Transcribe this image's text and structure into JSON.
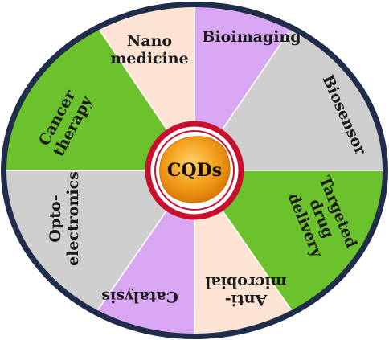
{
  "center": {
    "label": "CQDs"
  },
  "segments": [
    {
      "lines": [
        "Nano",
        "medicine"
      ],
      "color": "#fde3d4"
    },
    {
      "lines": [
        "Bioimaging"
      ],
      "color": "#d8a6f3"
    },
    {
      "lines": [
        "Biosensor"
      ],
      "color": "#cfcfcf"
    },
    {
      "lines": [
        "Targeted",
        "drug",
        "delivery"
      ],
      "color": "#6cc22c"
    },
    {
      "lines": [
        "Anti-",
        "microbial"
      ],
      "color": "#fde3d4"
    },
    {
      "lines": [
        "Catalysis"
      ],
      "color": "#d8a6f3"
    },
    {
      "lines": [
        "Opto-",
        "electronics"
      ],
      "color": "#cfcfcf"
    },
    {
      "lines": [
        "Cancer",
        "therapy"
      ],
      "color": "#6cc22c"
    }
  ],
  "colors": {
    "outer_ring": "#1f2d4a",
    "center_ring": "#c8102e",
    "center_fill": "#f39a1c"
  }
}
